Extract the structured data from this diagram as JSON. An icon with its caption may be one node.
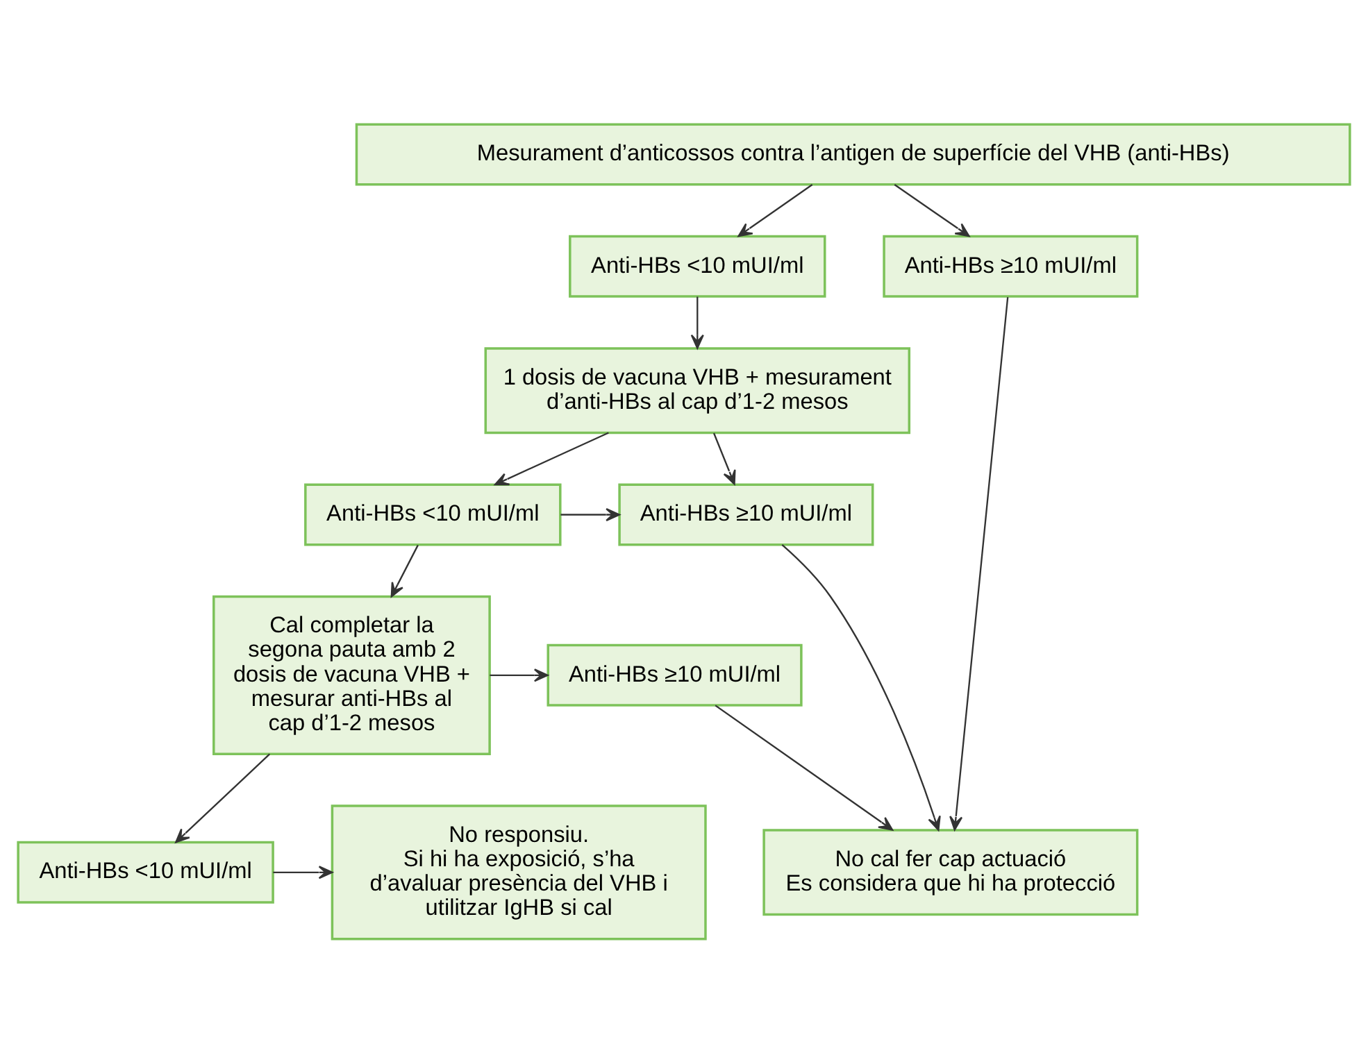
{
  "diagram": {
    "nodes": [
      {
        "text": [
          "Mesurament d’anticossos contra l’antigen de superfície del VHB (anti-HBs)"
        ]
      },
      {
        "text": [
          "Anti-HBs <10 mUI/ml"
        ]
      },
      {
        "text": [
          "Anti-HBs ≥10 mUI/ml"
        ]
      },
      {
        "text": [
          "1 dosis de vacuna VHB + mesurament d’anti-HBs al cap d’1-2 mesos"
        ]
      },
      {
        "text": [
          "Anti-HBs <10 mUI/ml"
        ]
      },
      {
        "text": [
          "Anti-HBs ≥10 mUI/ml"
        ]
      },
      {
        "text": [
          "No cal fer cap actuació",
          "Es considera que hi ha protecció"
        ]
      },
      {
        "text": [
          "Cal completar la segona pauta amb 2 dosis de vacuna VHB + mesurar anti-HBs al cap d’1-2 mesos"
        ]
      },
      {
        "text": [
          "Anti-HBs ≥10 mUI/ml"
        ]
      },
      {
        "text": [
          "Anti-HBs <10 mUI/ml"
        ]
      },
      {
        "text": [
          "No responsiu.",
          "Si hi ha exposició, s’ha d’avaluar presència del VHB i utilitzar IgHB si cal"
        ]
      }
    ],
    "edges": [
      {
        "from": 0,
        "to": 1,
        "arrow": "to"
      },
      {
        "from": 0,
        "to": 2,
        "arrow": "to"
      },
      {
        "from": 1,
        "to": 3,
        "arrow": "to"
      },
      {
        "from": 2,
        "to": 6,
        "arrow": "to"
      },
      {
        "from": 3,
        "to": 4,
        "arrow": "to"
      },
      {
        "from": 3,
        "to": 5,
        "arrow": "to"
      },
      {
        "from": 4,
        "to": 5,
        "arrow": "to"
      },
      {
        "from": 5,
        "to": 6,
        "arrow": "to"
      },
      {
        "from": 4,
        "to": 7,
        "arrow": "to"
      },
      {
        "from": 7,
        "to": 8,
        "arrow": "to"
      },
      {
        "from": 8,
        "to": 6,
        "arrow": "to"
      },
      {
        "from": 7,
        "to": 9,
        "arrow": "to"
      },
      {
        "from": 9,
        "to": 10,
        "arrow": "to"
      }
    ]
  }
}
